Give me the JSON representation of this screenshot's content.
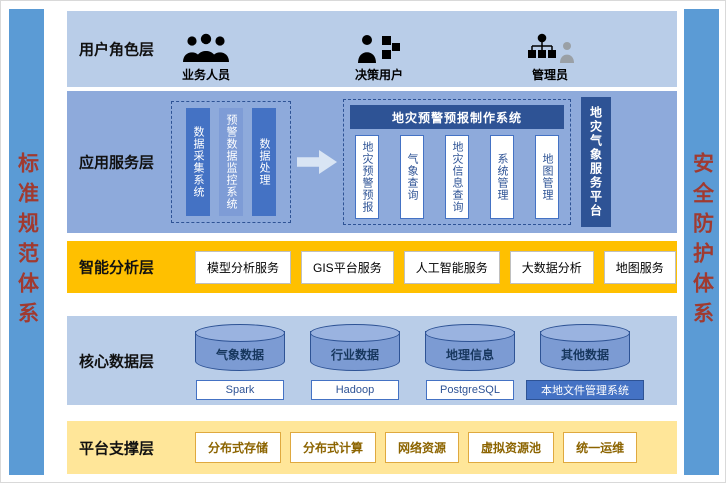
{
  "pillars": {
    "left": "标准规范体系",
    "right": "安全防护体系"
  },
  "layers": {
    "user_role": {
      "label": "用户角色层",
      "roles": [
        {
          "name": "业务人员",
          "icon": "business-users-icon"
        },
        {
          "name": "决策用户",
          "icon": "decision-user-icon"
        },
        {
          "name": "管理员",
          "icon": "admin-org-icon"
        }
      ]
    },
    "app_service": {
      "label": "应用服务层",
      "source_systems": [
        "数据采集系统",
        "预警数据监控系统",
        "数据处理"
      ],
      "main_system": {
        "title": "地灾预警预报制作系统",
        "modules": [
          "地灾预警预报",
          "气象查询",
          "地灾信息查询",
          "系统管理",
          "地图管理"
        ]
      },
      "platform": "地灾气象服务平台"
    },
    "analysis": {
      "label": "智能分析层",
      "services": [
        "模型分析服务",
        "GIS平台服务",
        "人工智能服务",
        "大数据分析",
        "地图服务"
      ]
    },
    "core_data": {
      "label": "核心数据层",
      "databases": [
        "气象数据",
        "行业数据",
        "地理信息",
        "其他数据"
      ],
      "tools": [
        "Spark",
        "Hadoop",
        "PostgreSQL",
        "本地文件管理系统"
      ]
    },
    "support": {
      "label": "平台支撑层",
      "resources": [
        "分布式存储",
        "分布式计算",
        "网络资源",
        "虚拟资源池",
        "统一运维"
      ]
    }
  },
  "colors": {
    "pillar_blue": "#5B9BD5",
    "pillar_text_red": "#A03A30",
    "layer_light_blue": "#B9CDE8",
    "layer_medium_blue": "#8EAADB",
    "accent_blue": "#4472C4",
    "dark_blue": "#2E5395",
    "analysis_orange": "#FFC000",
    "support_yellow": "#FFE699"
  }
}
